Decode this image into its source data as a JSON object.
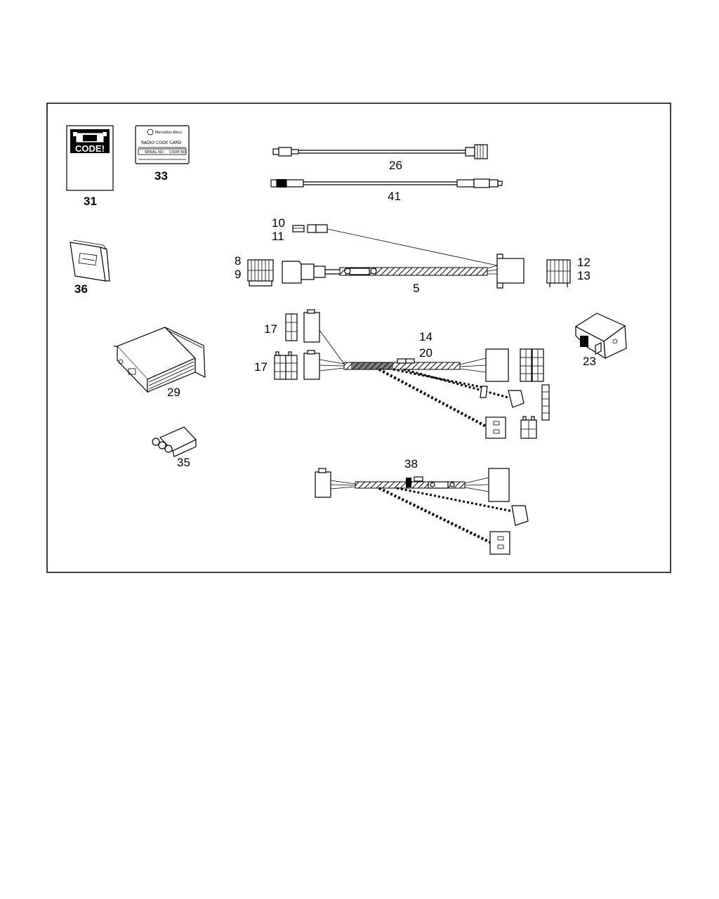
{
  "callouts": {
    "c31": "31",
    "c33": "33",
    "c36": "36",
    "c29": "29",
    "c35": "35",
    "c26": "26",
    "c41": "41",
    "c10": "10",
    "c11": "11",
    "c8": "8",
    "c9": "9",
    "c5": "5",
    "c12": "12",
    "c13": "13",
    "c17a": "17",
    "c17b": "17",
    "c14": "14",
    "c20": "20",
    "c23": "23",
    "c38": "38"
  },
  "booklet_text": "CODE!",
  "code_card": {
    "brand": "Mercedes-Benz",
    "title": "RADIO CODE CARD",
    "serial_label": "SERIAL NO.",
    "code_label": "CODE NO."
  }
}
